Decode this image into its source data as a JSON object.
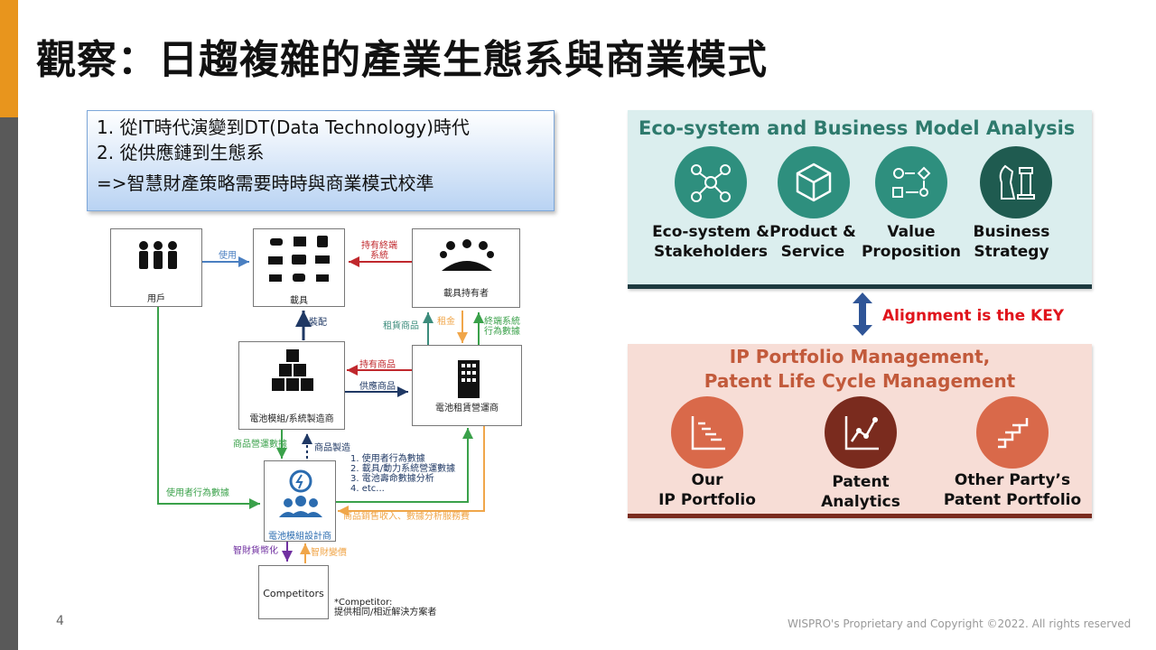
{
  "title": "觀察：日趨複雜的產業生態系與商業模式",
  "bullets": {
    "line1": "1.  從IT時代演變到DT(Data Technology)時代",
    "line2": "2.  從供應鏈到生態系",
    "line3": "=>智慧財產策略需要時時與商業模式校準"
  },
  "diagram": {
    "user": "用戶",
    "vehicle": "載具",
    "vehicle_owner": "載具持有者",
    "battery_maker": "電池模組/系統製造商",
    "battery_operator": "電池租賃營運商",
    "battery_designer": "電池模組設計商",
    "competitors": "Competitors",
    "competitor_note_title": "*Competitor:",
    "competitor_note_body": "提供相同/相近解決方案者",
    "use": "使用",
    "terminal_system": "持有終端\n系統",
    "assemble": "裝配",
    "lease_goods": "租貨商品",
    "rent": "租金",
    "terminal_behavior": "終端系統\n行為數據",
    "hold_goods": "持有商品",
    "supply_goods": "供應商品",
    "goods_ops_data": "商品營運數據",
    "goods_manufacture": "商品製造",
    "data_list": "1. 使用者行為數據\n2. 載具/動力系統營運數據\n3. 電池壽命數據分析\n4. etc...",
    "user_behavior_data": "使用者行為數據",
    "sales_revenue": "商品銷售收入、數據分析服務費",
    "ip_monetize": "智財貨幣化",
    "ip_value": "智財變價"
  },
  "eco": {
    "title": "Eco-system and Business Model Analysis",
    "items": [
      {
        "l1": "Eco-system &",
        "l2": "Stakeholders",
        "icon": "network-icon"
      },
      {
        "l1": "Product &",
        "l2": "Service",
        "icon": "box-icon"
      },
      {
        "l1": "Value",
        "l2": "Proposition",
        "icon": "flow-icon"
      },
      {
        "l1": "Business",
        "l2": "Strategy",
        "icon": "chess-icon"
      }
    ]
  },
  "alignment": "Alignment  is the KEY",
  "ip": {
    "title1": "IP Portfolio Management,",
    "title2": "Patent Life Cycle Management",
    "items": [
      {
        "l1": "Our",
        "l2": "IP Portfolio",
        "icon": "portfolio-chart-icon"
      },
      {
        "l1": "Patent",
        "l2": "Analytics",
        "icon": "analytics-chart-icon"
      },
      {
        "l1": "Other Party’s",
        "l2": "Patent Portfolio",
        "icon": "stairs-chart-icon"
      }
    ]
  },
  "footer": {
    "page": "4",
    "copyright": "WISPRO's Proprietary and Copyright ©2022. All rights reserved"
  },
  "colors": {
    "accent_orange": "#E8951D",
    "eco_green": "#2e7a6d",
    "ip_orange": "#d9694a",
    "alert_red": "#e0141c"
  }
}
